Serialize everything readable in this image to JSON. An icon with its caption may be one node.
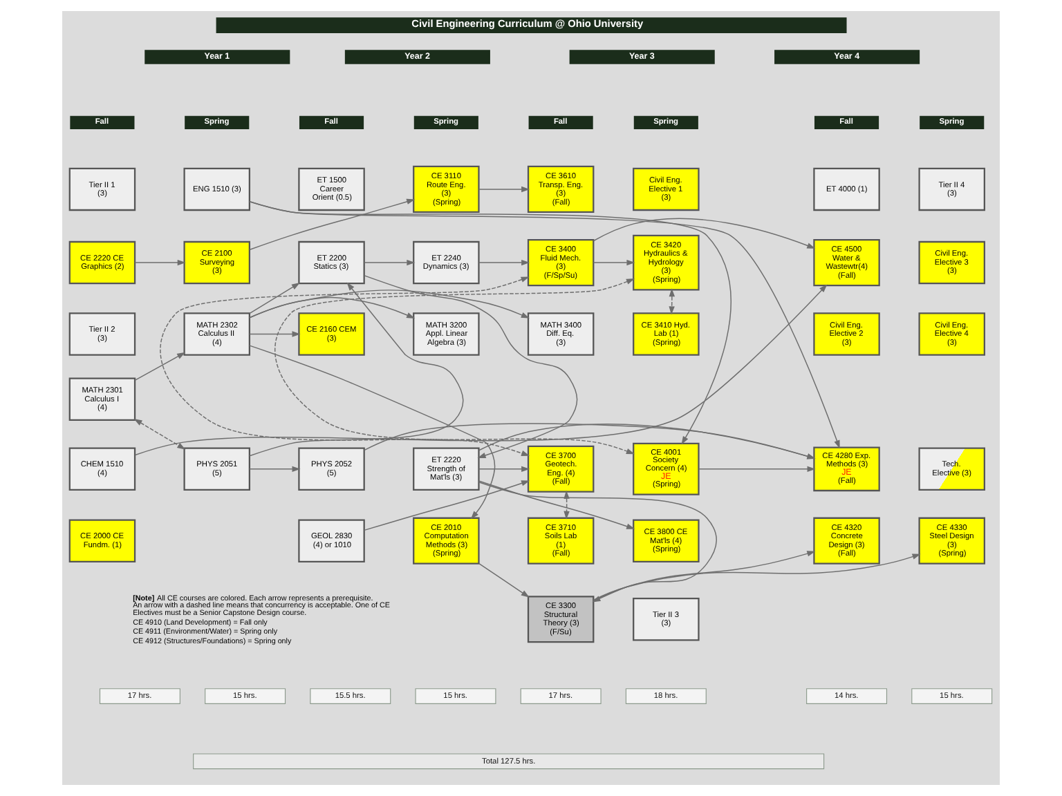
{
  "diagram": {
    "title": "Civil Engineering Curriculum @ Ohio University",
    "nodes": [
      {
        "text": [
          "Tier II 1 (3)"
        ]
      },
      {
        "text": [
          "CE 2220 CE Graphics (2)"
        ]
      },
      {
        "text": [
          "Tier II 2 (3)"
        ]
      },
      {
        "text": [
          "MATH 2301 Calculus I (4)"
        ]
      },
      {
        "text": [
          "CHEM 1510 (4)"
        ]
      },
      {
        "text": [
          "CE 2000 CE Fundm. (1)"
        ]
      },
      {
        "text": [
          "ENG 1510 (3)"
        ]
      },
      {
        "text": [
          "CE 2100 Surveying (3)"
        ]
      },
      {
        "text": [
          "MATH 2302 Calculus II (4)"
        ]
      },
      {
        "text": [
          "PHYS 2051 (5)"
        ]
      },
      {
        "text": [
          "ET 1500 Career Orient (0.5)"
        ]
      },
      {
        "text": [
          "ET 2200 Statics (3)"
        ]
      },
      {
        "text": [
          "CE 2160 CEM (3)"
        ]
      },
      {
        "text": [
          "PHYS 2052 (5)"
        ]
      },
      {
        "text": [
          "GEOL 2830 (4) or 1010"
        ]
      },
      {
        "text": [
          "CE 3110 Route Eng. (3)",
          "(Spring)"
        ]
      },
      {
        "text": [
          "ET 2240 Dynamics (3)"
        ]
      },
      {
        "text": [
          "MATH 3200 Appl. Linear Algebra (3)"
        ]
      },
      {
        "text": [
          "ET 2220 Strength of Mat'ls (3)"
        ]
      },
      {
        "text": [
          "CE 2010 Computation Methods (3)",
          "(Spring)"
        ]
      },
      {
        "text": [
          "CE 3610 Transp. Eng. (3)",
          "(Fall)"
        ]
      },
      {
        "text": [
          "CE 3400 Fluid Mech. (3)",
          "(F/Sp/Su)"
        ]
      },
      {
        "text": [
          "MATH 3400 Diff. Eq. (3)"
        ]
      },
      {
        "text": [
          "CE 3700 Geotech. Eng. (4)",
          "(Fall)"
        ]
      },
      {
        "text": [
          "CE 3710 Soils Lab (1)",
          "(Fall)"
        ]
      },
      {
        "text": [
          "CE 3300 Structural Theory (3)",
          "(F/Su)"
        ]
      },
      {
        "text": [
          "Civil Eng. Elective 1 (3)"
        ]
      },
      {
        "text": [
          "CE 3420 Hydraulics & Hydrology (3)",
          "(Spring)"
        ]
      },
      {
        "text": [
          "CE 3410 Hyd. Lab (1)",
          "(Spring)"
        ]
      },
      {
        "text": [
          "CE 4001 Society Concern (4)",
          "JE",
          "(Spring)"
        ]
      },
      {
        "text": [
          "CE 3800 CE Mat'ls (4)",
          "(Spring)"
        ]
      },
      {
        "text": [
          "Tier II 3 (3)"
        ]
      },
      {
        "text": [
          "ET 4000 (1)"
        ]
      },
      {
        "text": [
          "CE 4500 Water & Wastewtr(4)",
          "(Fall)"
        ]
      },
      {
        "text": [
          "Civil Eng. Elective 2 (3)"
        ]
      },
      {
        "text": [
          "CE 4280 Exp. Methods (3)",
          "JE",
          "(Fall)"
        ]
      },
      {
        "text": [
          "CE 4320 Concrete Design (3)",
          "(Fall)"
        ]
      },
      {
        "text": [
          "Tier II 4 (3)"
        ]
      },
      {
        "text": [
          "Civil Eng. Elective 3 (3)"
        ]
      },
      {
        "text": [
          "Civil Eng. Elective 4 (3)"
        ]
      },
      {
        "text": [
          "Tech. Elective (3)"
        ]
      },
      {
        "text": [
          "CE 4330 Steel Design (3)",
          "(Spring)"
        ]
      }
    ],
    "edges": [
      {
        "from": 1,
        "to": 7,
        "arrow": "to"
      },
      {
        "from": 7,
        "to": 15,
        "arrow": "to"
      },
      {
        "from": 15,
        "to": 20,
        "arrow": "to"
      },
      {
        "from": 6,
        "to": 29,
        "arrow": "to"
      },
      {
        "from": 6,
        "to": 35,
        "arrow": "to"
      },
      {
        "from": 3,
        "to": 8,
        "arrow": "to"
      },
      {
        "from": 3,
        "to": 9,
        "arrow": "both",
        "style": "dashed"
      },
      {
        "from": 8,
        "to": 11,
        "arrow": "to"
      },
      {
        "from": 8,
        "to": 12,
        "arrow": "to"
      },
      {
        "from": 8,
        "to": 17,
        "arrow": "to"
      },
      {
        "from": 8,
        "to": 22,
        "arrow": "to"
      },
      {
        "from": 8,
        "to": 19,
        "arrow": "to"
      },
      {
        "from": 9,
        "to": 11,
        "arrow": "to"
      },
      {
        "from": 9,
        "to": 13,
        "arrow": "to"
      },
      {
        "from": 11,
        "to": 16,
        "arrow": "to"
      },
      {
        "from": 11,
        "to": 18,
        "arrow": "to"
      },
      {
        "from": 16,
        "to": 21,
        "arrow": "to"
      },
      {
        "from": 21,
        "to": 27,
        "arrow": "to"
      },
      {
        "from": 21,
        "to": 33,
        "arrow": "to"
      },
      {
        "from": 21,
        "to": 23,
        "arrow": "both",
        "style": "dashed"
      },
      {
        "from": 27,
        "to": 28,
        "arrow": "both",
        "style": "dashed"
      },
      {
        "from": 27,
        "to": 29,
        "arrow": "both",
        "style": "dashed"
      },
      {
        "from": 13,
        "to": 35,
        "arrow": "to"
      },
      {
        "from": 18,
        "to": 35,
        "arrow": "to"
      },
      {
        "from": 18,
        "to": 23,
        "arrow": "to"
      },
      {
        "from": 18,
        "to": 30,
        "arrow": "to"
      },
      {
        "from": 18,
        "to": 25,
        "arrow": "to"
      },
      {
        "from": 14,
        "to": 23,
        "arrow": "to"
      },
      {
        "from": 19,
        "to": 25,
        "arrow": "to"
      },
      {
        "from": 23,
        "to": 24,
        "arrow": "both",
        "style": "dashed"
      },
      {
        "from": 29,
        "to": 35,
        "arrow": "to"
      },
      {
        "from": 25,
        "to": 36,
        "arrow": "to"
      },
      {
        "from": 25,
        "to": 41,
        "arrow": "to"
      },
      {
        "from": 4,
        "to": 33,
        "arrow": "to"
      }
    ],
    "labels": [
      "Year 1",
      "Year 2",
      "Year 3",
      "Year 4",
      "Fall",
      "Spring",
      "Fall",
      "Spring",
      "Fall",
      "Spring",
      "Fall",
      "Spring",
      "**[Note]** All CE courses are colored. Each arrow represents a prerequisite. An arrow with a dashed line means that concurrency is acceptable. One of CE Electives must be a Senior Capstone Design course.",
      "CE 4910 (Land Development) = Fall only",
      "CE 4911 (Environment/Water) = Spring only",
      "CE 4912 (Structures/Foundations) = Spring only",
      "17 hrs.",
      "15 hrs.",
      "15.5 hrs.",
      "15 hrs.",
      "17 hrs.",
      "18 hrs.",
      "14 hrs.",
      "15 hrs.",
      "Total 127.5 hrs."
    ]
  }
}
